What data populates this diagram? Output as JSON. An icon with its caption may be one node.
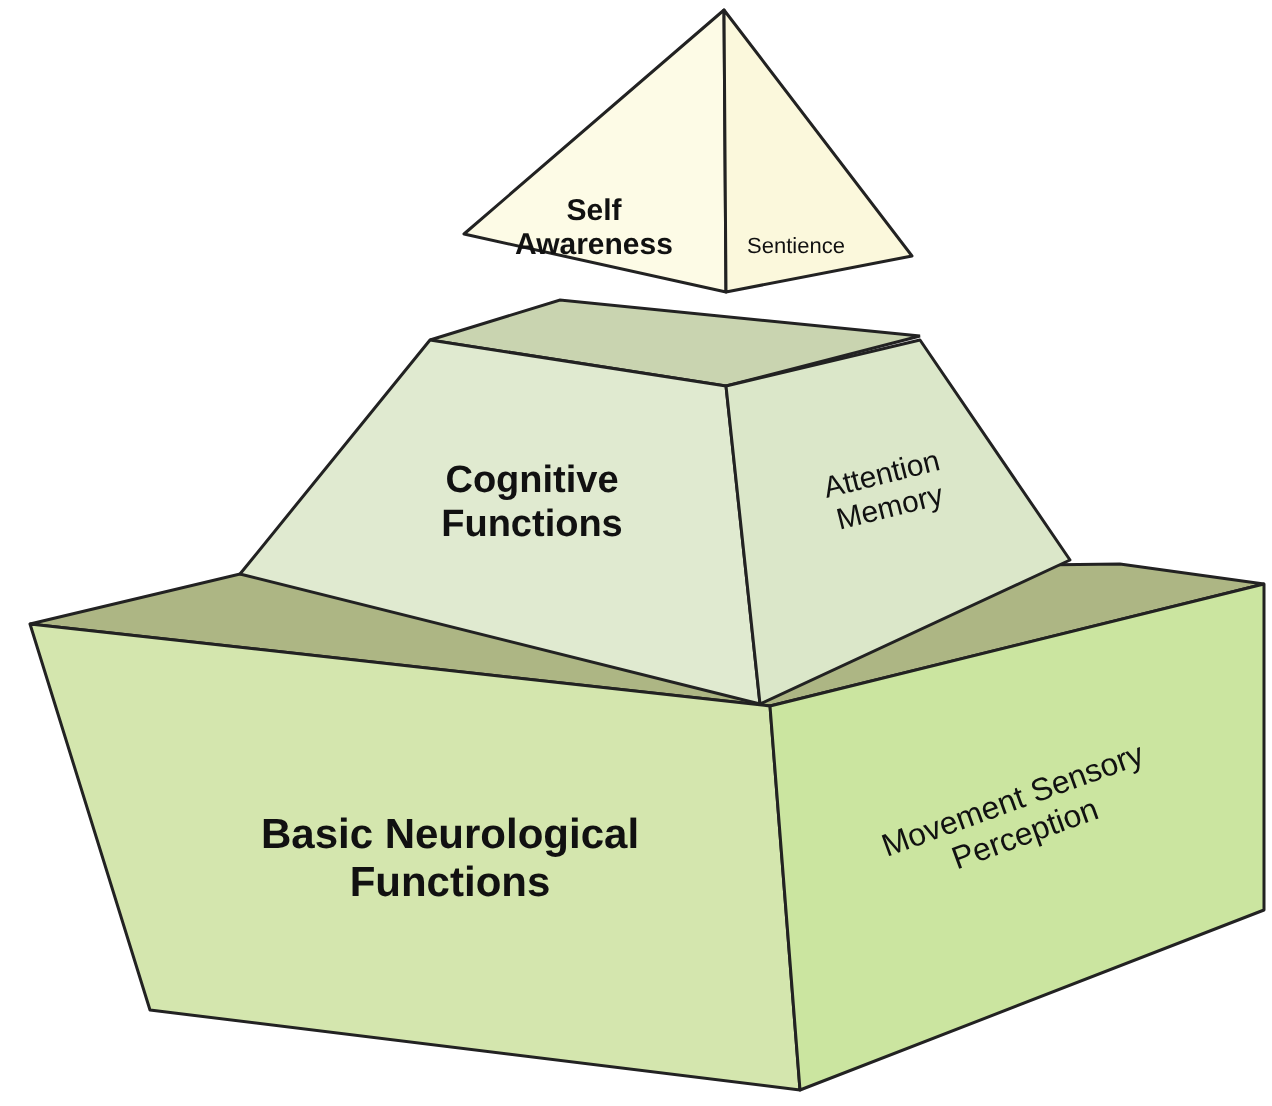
{
  "diagram": {
    "nodes": [
      {
        "text": [
          "Self Awareness"
        ]
      },
      {
        "text": [
          "Sentience"
        ]
      },
      {
        "text": [
          "Cognitive Functions"
        ]
      },
      {
        "text": [
          "Attention Memory"
        ]
      },
      {
        "text": [
          "Basic Neurological Functions"
        ]
      },
      {
        "text": [
          "Movement Sensory Perception"
        ]
      }
    ]
  }
}
